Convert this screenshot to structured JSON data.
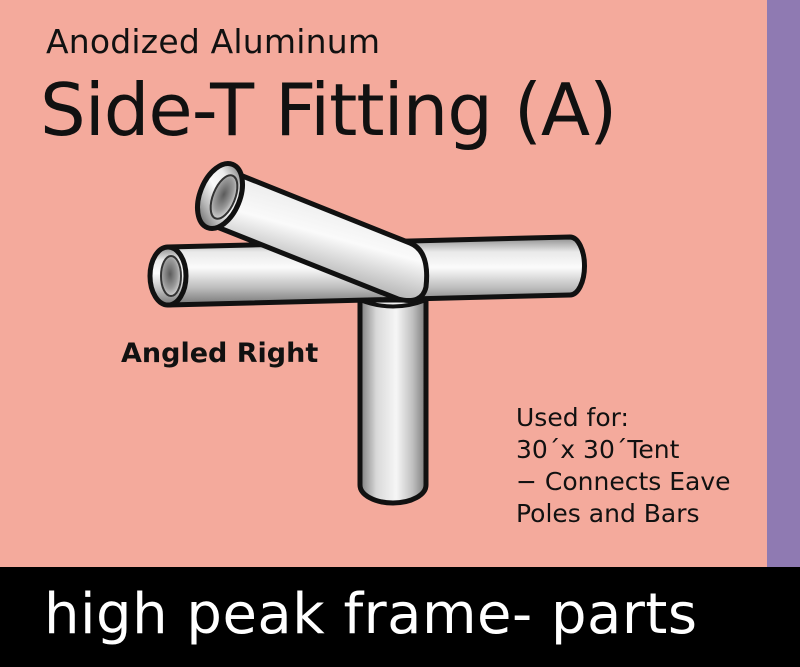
{
  "header": {
    "subtitle": "Anodized Aluminum",
    "title": "Side-T Fitting (A)"
  },
  "product": {
    "variant_label": "Angled Right",
    "usage_lines": [
      "Used for:",
      "30´x 30´Tent",
      "− Connects Eave",
      "Poles and Bars"
    ]
  },
  "footer": {
    "text": "high peak frame- parts"
  },
  "colors": {
    "background": "#f4aa9c",
    "side_stripe": "#8f7ab2",
    "footer_bar": "#000000",
    "footer_text": "#ffffff",
    "metal_light": "#f2f2f2",
    "metal_dark": "#8a8a8a"
  },
  "icons": {
    "fitting_illustration": "side-t-fitting-icon"
  }
}
